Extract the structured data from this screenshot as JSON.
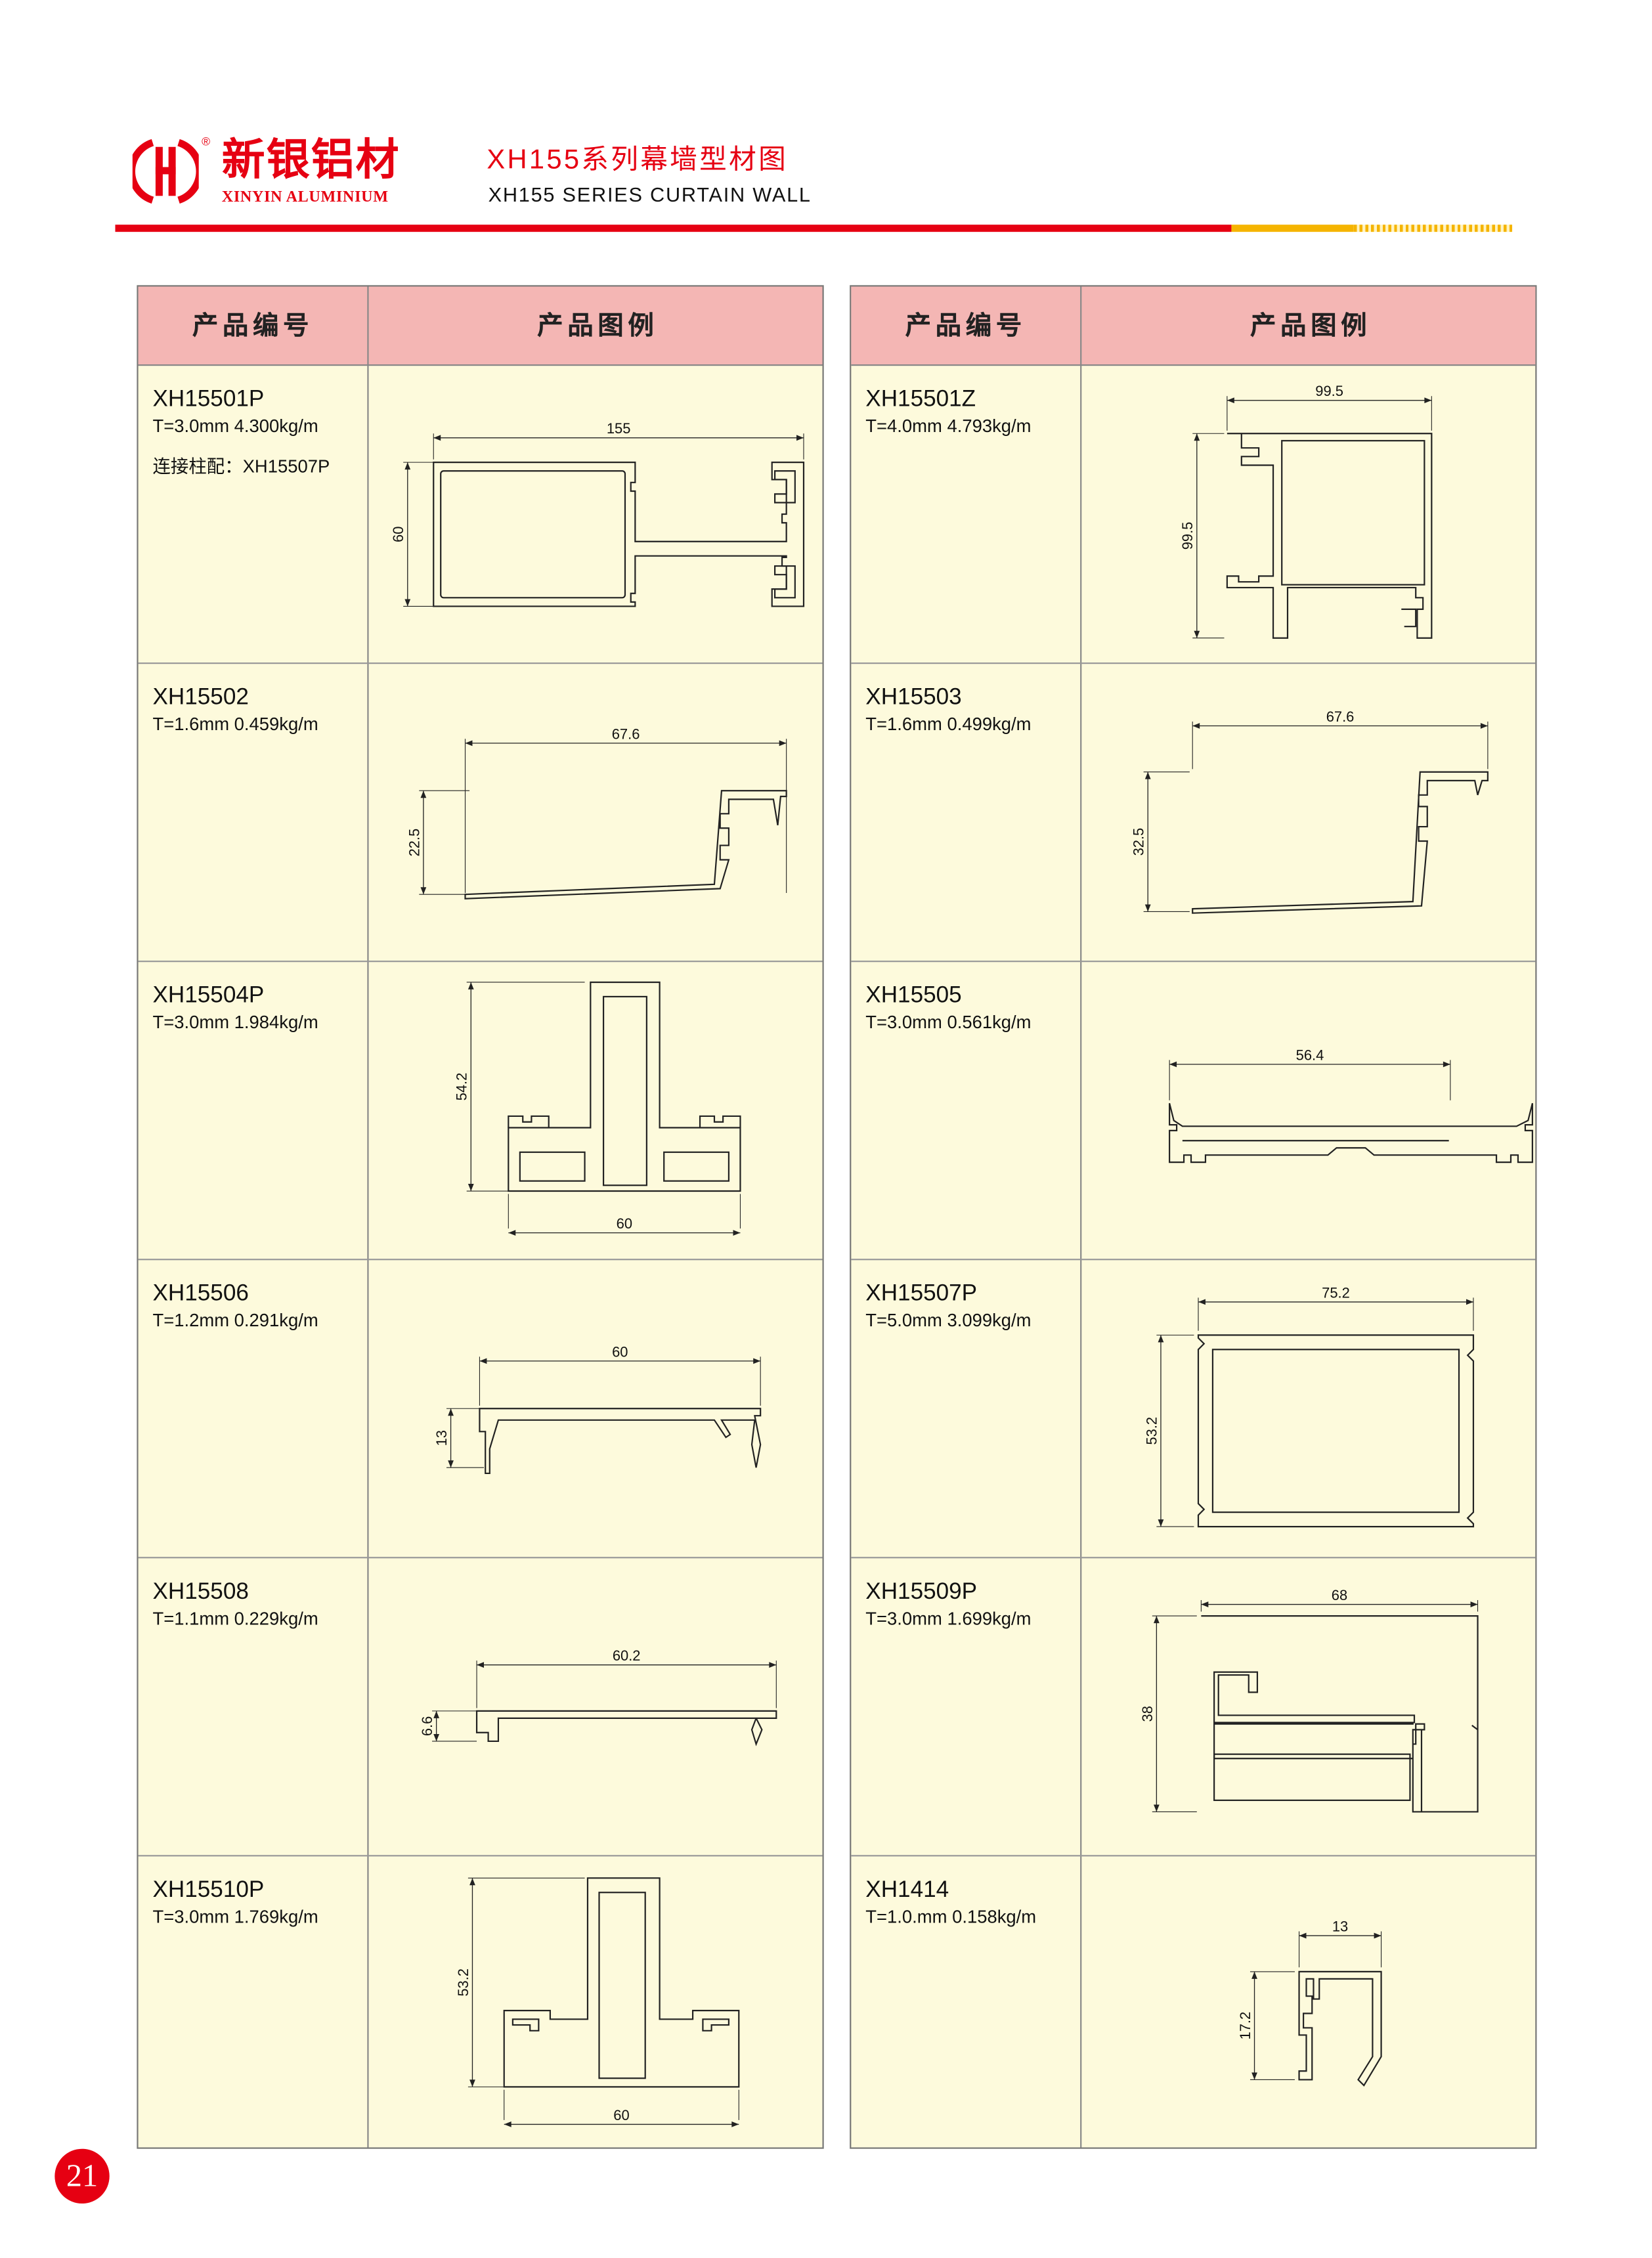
{
  "brand": {
    "name_cn": "新银铝材",
    "name_en": "XINYIN ALUMINIUM",
    "reg": "®"
  },
  "title": {
    "cn": "XH155系列幕墙型材图",
    "en": "XH155 SERIES CURTAIN WALL"
  },
  "colors": {
    "brand_red": "#e60012",
    "accent_yellow": "#f5b400",
    "header_pink": "#f4b6b4",
    "cell_bg": "#fdfadc"
  },
  "table_headers": {
    "code": "产品编号",
    "figure": "产品图例"
  },
  "left_items": [
    {
      "code": "XH15501P",
      "spec": "T=3.0mm  4.300kg/m",
      "note": "连接柱配：XH15507P",
      "dims": [
        "155",
        "60"
      ]
    },
    {
      "code": "XH15502",
      "spec": "T=1.6mm  0.459kg/m",
      "dims": [
        "67.6",
        "22.5"
      ]
    },
    {
      "code": "XH15504P",
      "spec": "T=3.0mm  1.984kg/m",
      "dims": [
        "54.2",
        "60"
      ]
    },
    {
      "code": "XH15506",
      "spec": "T=1.2mm  0.291kg/m",
      "dims": [
        "60",
        "13"
      ]
    },
    {
      "code": "XH15508",
      "spec": "T=1.1mm  0.229kg/m",
      "dims": [
        "60.2",
        "6.6"
      ]
    },
    {
      "code": "XH15510P",
      "spec": "T=3.0mm  1.769kg/m",
      "dims": [
        "53.2",
        "60"
      ]
    }
  ],
  "right_items": [
    {
      "code": "XH15501Z",
      "spec": "T=4.0mm  4.793kg/m",
      "dims": [
        "99.5",
        "99.5"
      ]
    },
    {
      "code": "XH15503",
      "spec": "T=1.6mm  0.499kg/m",
      "dims": [
        "67.6",
        "32.5"
      ]
    },
    {
      "code": "XH15505",
      "spec": "T=3.0mm  0.561kg/m",
      "dims": [
        "56.4"
      ]
    },
    {
      "code": "XH15507P",
      "spec": "T=5.0mm  3.099kg/m",
      "dims": [
        "75.2",
        "53.2"
      ]
    },
    {
      "code": "XH15509P",
      "spec": "T=3.0mm  1.699kg/m",
      "dims": [
        "68",
        "38"
      ]
    },
    {
      "code": "XH1414",
      "spec": "T=1.0.mm  0.158kg/m",
      "dims": [
        "13",
        "17.2"
      ]
    }
  ],
  "page_number": "21"
}
